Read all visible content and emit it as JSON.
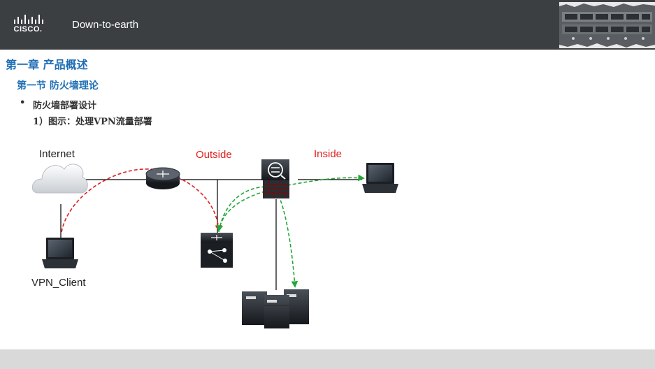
{
  "header": {
    "brand": "CISCO.",
    "title": "Down-to-earth"
  },
  "content": {
    "chapter": "第一章 产品概述",
    "section": "第一节 防火墙理论",
    "bullet_symbol": "•",
    "bullet": "防火墙部署设计",
    "subitem": "1）图示：处理VPN流量部署"
  },
  "diagram": {
    "labels": {
      "internet": "Internet",
      "outside": "Outside",
      "inside": "Inside",
      "vpn_client": "VPN_Client"
    },
    "colors": {
      "outside_label": "#e02020",
      "inside_label": "#e02020",
      "red_path": "#e02020",
      "green_path": "#22a838",
      "link": "#000000"
    },
    "devices": [
      "cloud-icon",
      "router-icon",
      "firewall-icon",
      "laptop-icon",
      "switch-icon",
      "server-rack-icon"
    ]
  }
}
